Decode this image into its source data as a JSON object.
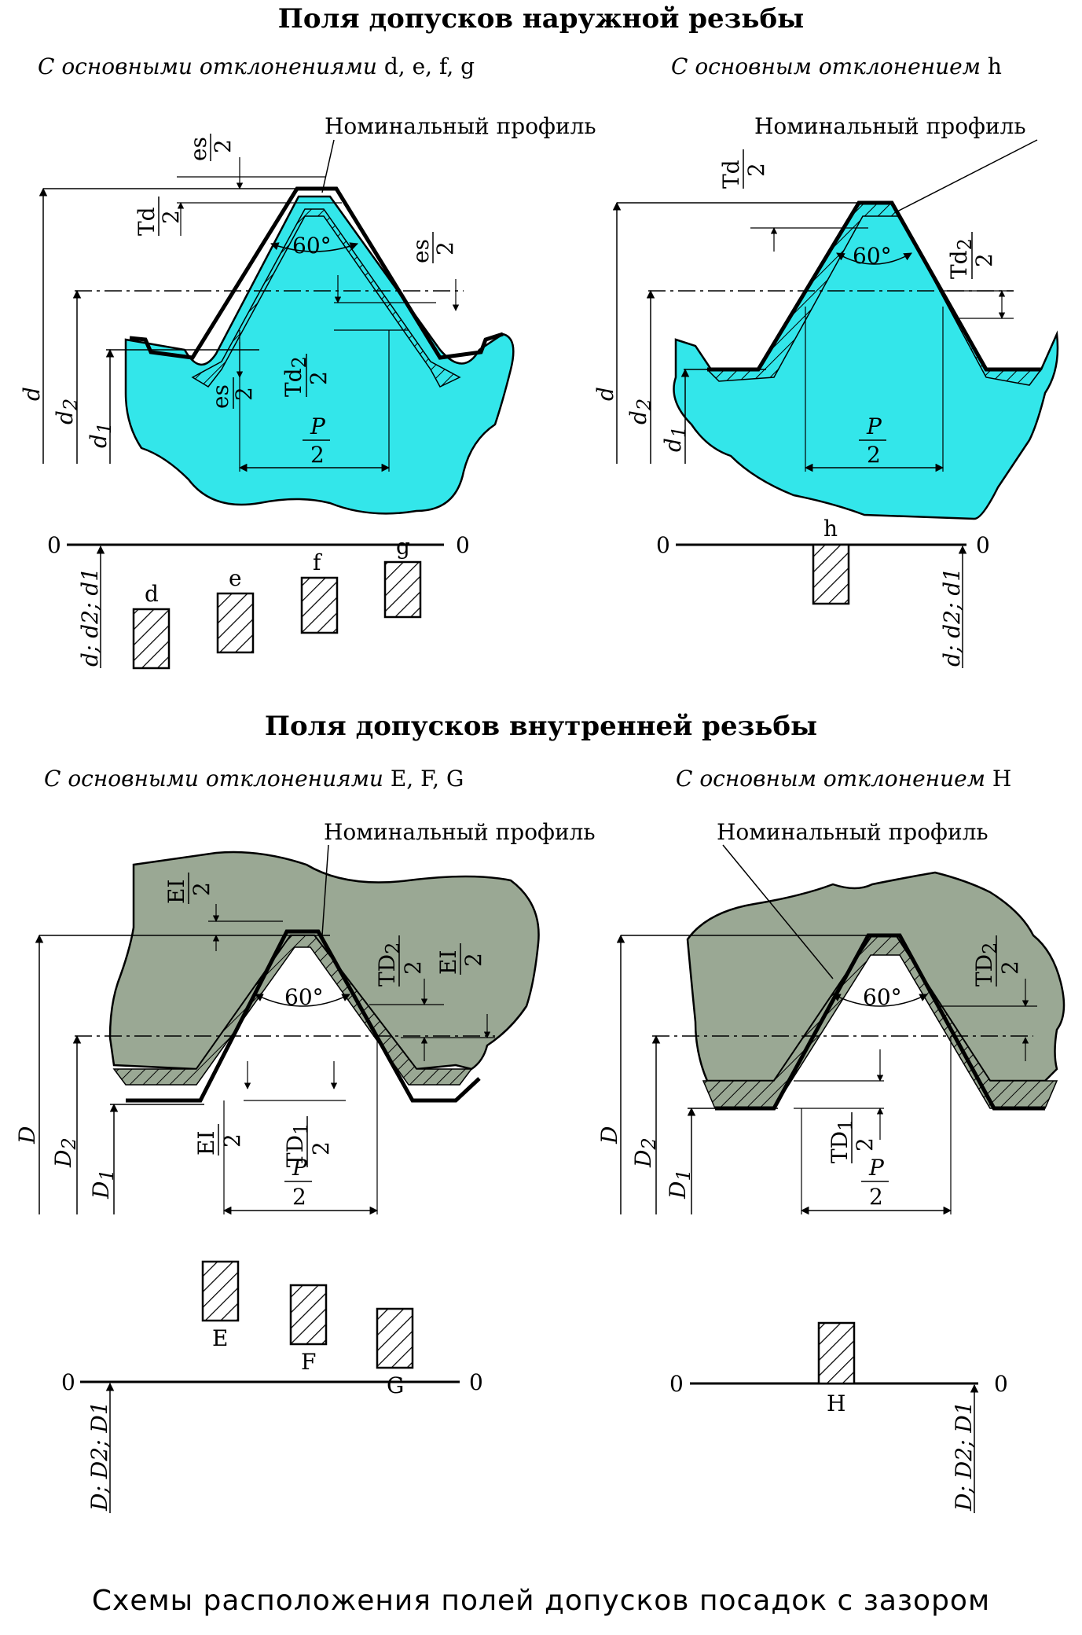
{
  "external": {
    "title": "Поля допусков наружной резьбы",
    "left": {
      "subtitle_text": "С основными отклонениями",
      "subtitle_codes": "d, e, f, g",
      "nominal_profile": "Номинальный профиль",
      "angle": "60°",
      "es_top": "es",
      "two": "2",
      "td_top": "Td",
      "es_right": "es",
      "td2": "Td",
      "td2_sub": "2",
      "es_bottom": "es",
      "p": "P",
      "dim_d": "d",
      "dim_d2": "d",
      "dim_d2_sub": "2",
      "dim_d1": "d",
      "dim_d1_sub": "1",
      "zero": "0",
      "fields": [
        "d",
        "e",
        "f",
        "g"
      ],
      "axis_label": "d; d2; d1"
    },
    "right": {
      "subtitle_text": "С основным отклонением",
      "subtitle_codes": "h",
      "nominal_profile": "Номинальный профиль",
      "angle": "60°",
      "td_top": "Td",
      "td2": "Td",
      "td2_sub": "2",
      "p": "P",
      "zero": "0",
      "fields": [
        "h"
      ],
      "axis_label": "d; d2; d1"
    }
  },
  "internal": {
    "title": "Поля допусков внутренней резьбы",
    "left": {
      "subtitle_text": "С основными отклонениями",
      "subtitle_codes": "E, F, G",
      "nominal_profile": "Номинальный профиль",
      "angle": "60°",
      "ei": "EI",
      "td2": "TD",
      "td2_sub": "2",
      "td1": "TD",
      "td1_sub": "1",
      "p": "P",
      "dim_D": "D",
      "dim_D2": "D",
      "dim_D2_sub": "2",
      "dim_D1": "D",
      "dim_D1_sub": "1",
      "zero": "0",
      "fields": [
        "E",
        "F",
        "G"
      ],
      "axis_label": "D; D2; D1"
    },
    "right": {
      "subtitle_text": "С основным отклонением",
      "subtitle_codes": "H",
      "nominal_profile": "Номинальный профиль",
      "angle": "60°",
      "td2": "TD",
      "td2_sub": "2",
      "td1": "TD",
      "td1_sub": "1",
      "p": "P",
      "zero": "0",
      "fields": [
        "H"
      ],
      "axis_label": "D; D2; D1"
    }
  },
  "caption": "Схемы расположения полей допусков посадок с зазором",
  "colors": {
    "external_fill": "#33e6ea",
    "internal_fill": "#9aa894",
    "line": "#000000"
  }
}
